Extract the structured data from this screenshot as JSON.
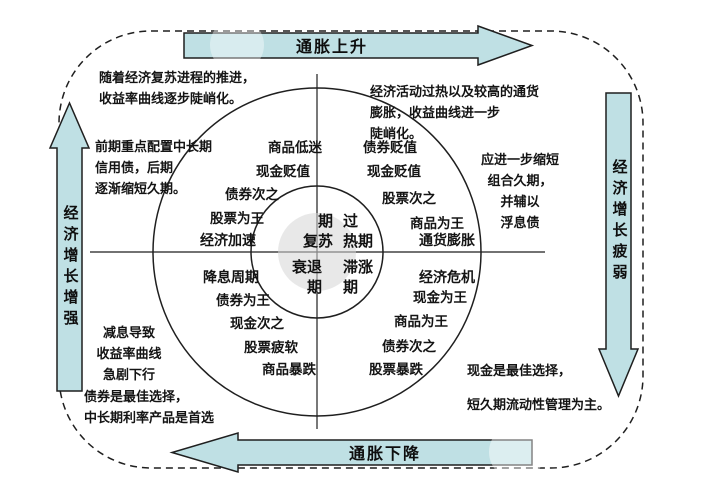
{
  "colors": {
    "arrow_fill": "#bfe0e4",
    "stroke": "#1f1f1f",
    "watermark": "#d6d6d6"
  },
  "arrows": {
    "top": "通胀上升",
    "bottom": "通胀下降",
    "left": "经济增长增强",
    "right": "经济增长疲弱"
  },
  "clock": {
    "phases": {
      "recovery": "期\n复苏",
      "overheat": "过\n热期",
      "recession": "衰退\n期",
      "stagflation": "滞涨\n期"
    },
    "quadrants": {
      "recovery": {
        "title": "经济加速",
        "items": [
          "商品低迷",
          "现金贬值",
          "债券次之",
          "股票为王"
        ]
      },
      "overheat": {
        "title": "通货膨胀",
        "items": [
          "债券贬值",
          "现金贬值",
          "股票次之",
          "商品为王"
        ]
      },
      "recession": {
        "title": "降息周期",
        "items": [
          "债券为王",
          "现金次之",
          "股票疲软",
          "商品暴跌"
        ]
      },
      "stagflation": {
        "title": "经济危机",
        "items": [
          "现金为王",
          "商品为王",
          "债券次之",
          "股票暴跌"
        ]
      }
    }
  },
  "notes": {
    "recovery_yield": "随着经济复苏进程的推进，\n收益率曲线逐步陡峭化。",
    "recovery_alloc": "前期重点配置中长期\n信用债，后期\n逐渐缩短久期。",
    "overheat_yield": "经济活动过热以及较高的通货\n膨胀，收益曲线进一步\n陡峭化。",
    "overheat_alloc": "应进一步缩短\n组合久期，\n并辅以\n浮息债",
    "recession_yield": "减息导致\n收益率曲线\n急剧下行",
    "recession_alloc": "债券是最佳选择，\n中长期利率产品是首选",
    "stagflation_alloc": "现金是最佳选择，\n短久期流动性管理为主。"
  }
}
